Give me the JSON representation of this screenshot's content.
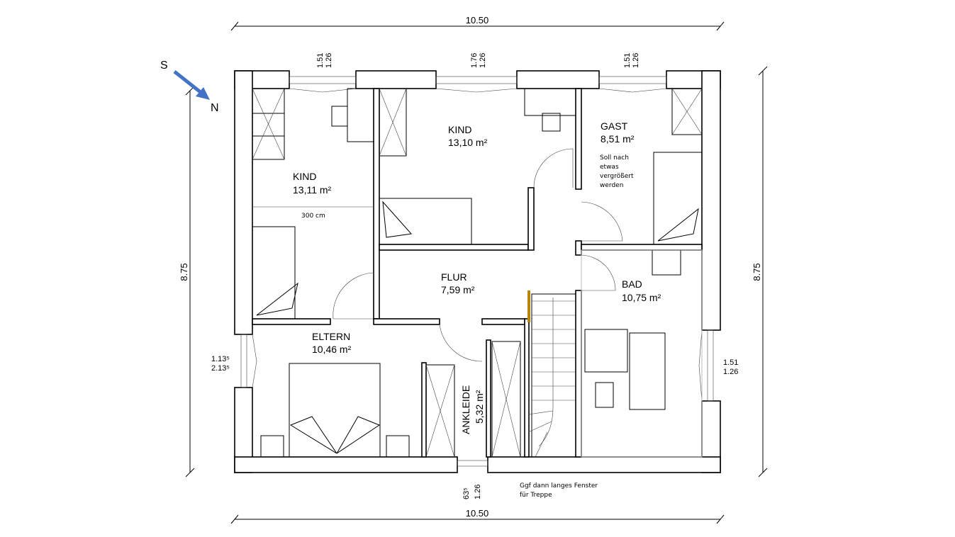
{
  "compass": {
    "south": "S",
    "north": "N",
    "arrow_color": "#4472C4"
  },
  "dimensions": {
    "top_width": "10.50",
    "bottom_width": "10.50",
    "left_height": "8.75",
    "right_height": "8.75",
    "window_top_left": [
      "1.51",
      "1.26"
    ],
    "window_top_middle": [
      "1.76",
      "1.26"
    ],
    "window_top_right": [
      "1.51",
      "1.26"
    ],
    "window_left": [
      "1.13⁵",
      "2.13⁵"
    ],
    "window_right": [
      "1.51",
      "1.26"
    ],
    "window_bottom": [
      "63⁵",
      "1.26"
    ]
  },
  "rooms": {
    "kind1": {
      "name": "KIND",
      "area": "13,11 m²",
      "note": "300 cm"
    },
    "kind2": {
      "name": "KIND",
      "area": "13,10 m²"
    },
    "gast": {
      "name": "GAST",
      "area": "8,51 m²",
      "note": [
        "Soll nach",
        "etwas",
        "vergrößert",
        "werden"
      ]
    },
    "flur": {
      "name": "FLUR",
      "area": "7,59 m²"
    },
    "bad": {
      "name": "BAD",
      "area": "10,75 m²"
    },
    "eltern": {
      "name": "ELTERN",
      "area": "10,46 m²"
    },
    "ankleide": {
      "name": "ANKLEIDE",
      "area": "5,32 m²"
    }
  },
  "notes": {
    "stair_window": [
      "Ggf dann langes Fenster",
      "für Treppe"
    ]
  }
}
